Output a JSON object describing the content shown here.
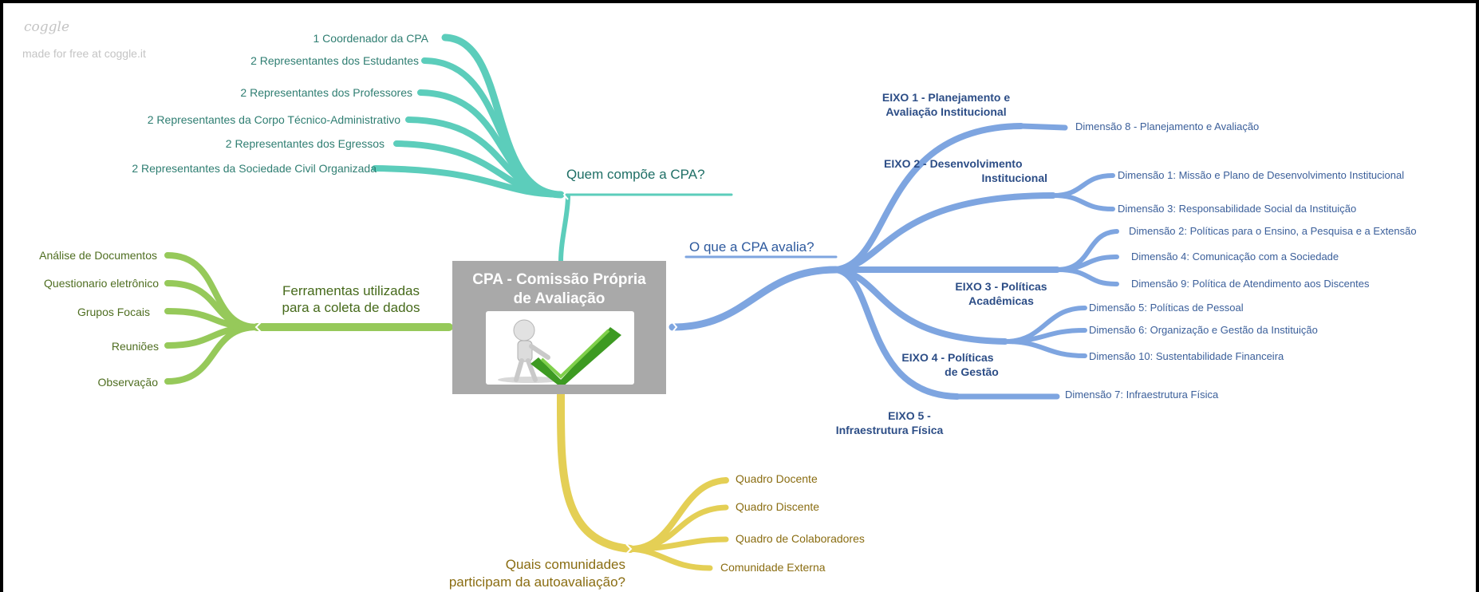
{
  "brand": {
    "logo_text": "coggle",
    "note": "made for free at coggle.it"
  },
  "colors": {
    "teal": "#5ccdbb",
    "green": "#96c95a",
    "blue": "#7ea5e0",
    "yellow": "#e4cf55",
    "central": "#a9a9a9"
  },
  "central": {
    "title_line1": "CPA - Comissão Própria",
    "title_line2": "de Avaliação",
    "image_icon": "person-with-checkmark-icon"
  },
  "teal_branch": {
    "label": "Quem compõe a CPA?",
    "items": [
      "1 Coordenador da CPA",
      "2 Representantes dos Estudantes",
      "2 Representantes dos Professores",
      "2 Representantes da Corpo Técnico-Administrativo",
      "2 Representantes dos Egressos",
      "2 Representantes da Sociedade Civil Organizada"
    ]
  },
  "green_branch": {
    "label_line1": "Ferramentas utilizadas",
    "label_line2": "para a coleta de dados",
    "items": [
      "Análise de Documentos",
      "Questionario eletrônico",
      "Grupos Focais",
      "Reuniões",
      "Observação"
    ]
  },
  "blue_branch": {
    "label": "O que a CPA avalia?",
    "axes": [
      {
        "line1": "EIXO 1 - Planejamento e",
        "line2": "Avaliação Institucional"
      },
      {
        "line1": "EIXO 2 - Desenvolvimento",
        "line2": "Institucional"
      },
      {
        "line1": "EIXO 3 - Políticas",
        "line2": "Acadêmicas"
      },
      {
        "line1": "EIXO 4 - Políticas",
        "line2": "de Gestão"
      },
      {
        "line1": "EIXO 5 -",
        "line2": "Infraestrutura Física"
      }
    ],
    "dimensions": [
      "Dimensão 8 - Planejamento e Avaliação",
      "Dimensão 1: Missão e Plano de Desenvolvimento Institucional",
      "Dimensão 3: Responsabilidade Social da Instituição",
      "Dimensão 2: Políticas para o Ensino, a Pesquisa e a Extensão",
      "Dimensão 4: Comunicação com a Sociedade",
      "Dimensão 9: Política de Atendimento aos Discentes",
      "Dimensão 5: Políticas de Pessoal",
      "Dimensão 6: Organização e Gestão da Instituição",
      "Dimensão 10: Sustentabilidade Financeira",
      "Dimensão 7: Infraestrutura Física"
    ]
  },
  "yellow_branch": {
    "label_line1": "Quais comunidades",
    "label_line2": "participam da autoavaliação?",
    "items": [
      "Quadro Docente",
      "Quadro Discente",
      "Quadro de Colaboradores",
      "Comunidade Externa"
    ]
  }
}
